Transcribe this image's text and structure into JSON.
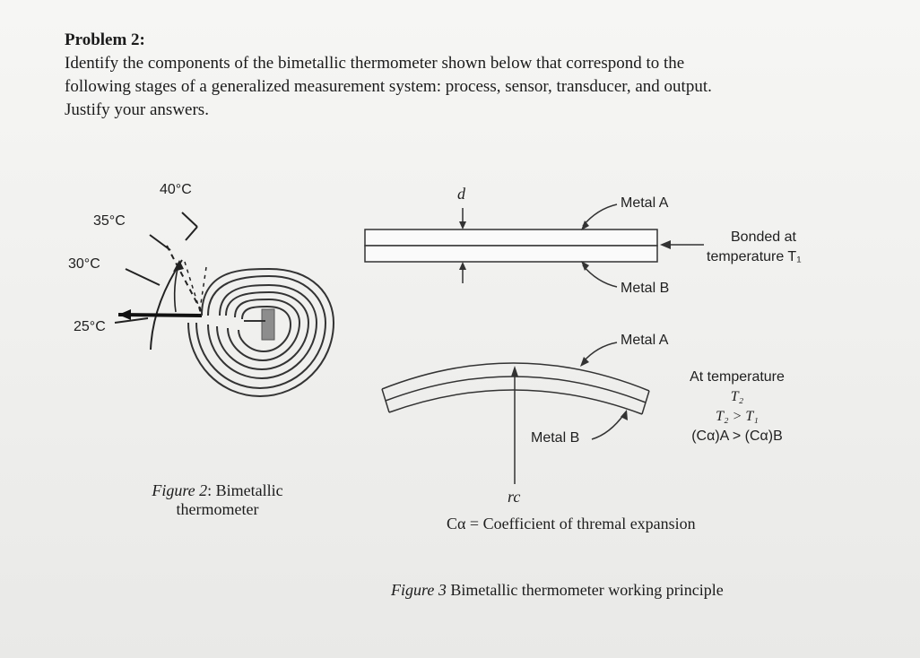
{
  "problem": {
    "title": "Problem 2:",
    "line1": "Identify the components of the bimetallic thermometer shown below that correspond to the",
    "line2": "following stages of a generalized measurement system: process, sensor, transducer, and output.",
    "line3": "Justify your answers."
  },
  "figure2": {
    "scale_labels": [
      "40°C",
      "35°C",
      "30°C",
      "25°C"
    ],
    "caption_prefix": "Figure 2",
    "caption_line1": ": Bimetallic",
    "caption_line2": "thermometer"
  },
  "figure3": {
    "d_label": "d",
    "metal_a_top": "Metal A",
    "metal_b_top": "Metal B",
    "bonded_line1": "Bonded at",
    "bonded_line2": "temperature T₁",
    "metal_a_bottom": "Metal A",
    "metal_b_bottom": "Metal B",
    "at_temp_line1": "At temperature",
    "at_temp_line2": "T₂",
    "at_temp_line3": "T₂ > T₁",
    "at_temp_line4": "(Cα)A > (Cα)B",
    "rc_label": "rc",
    "coefficient_note": "Cα = Coefficient of thremal expansion",
    "caption": "Figure 3 Bimetallic thermometer working principle",
    "caption_prefix": "Figure 3",
    "caption_rest": " Bimetallic thermometer working principle"
  }
}
